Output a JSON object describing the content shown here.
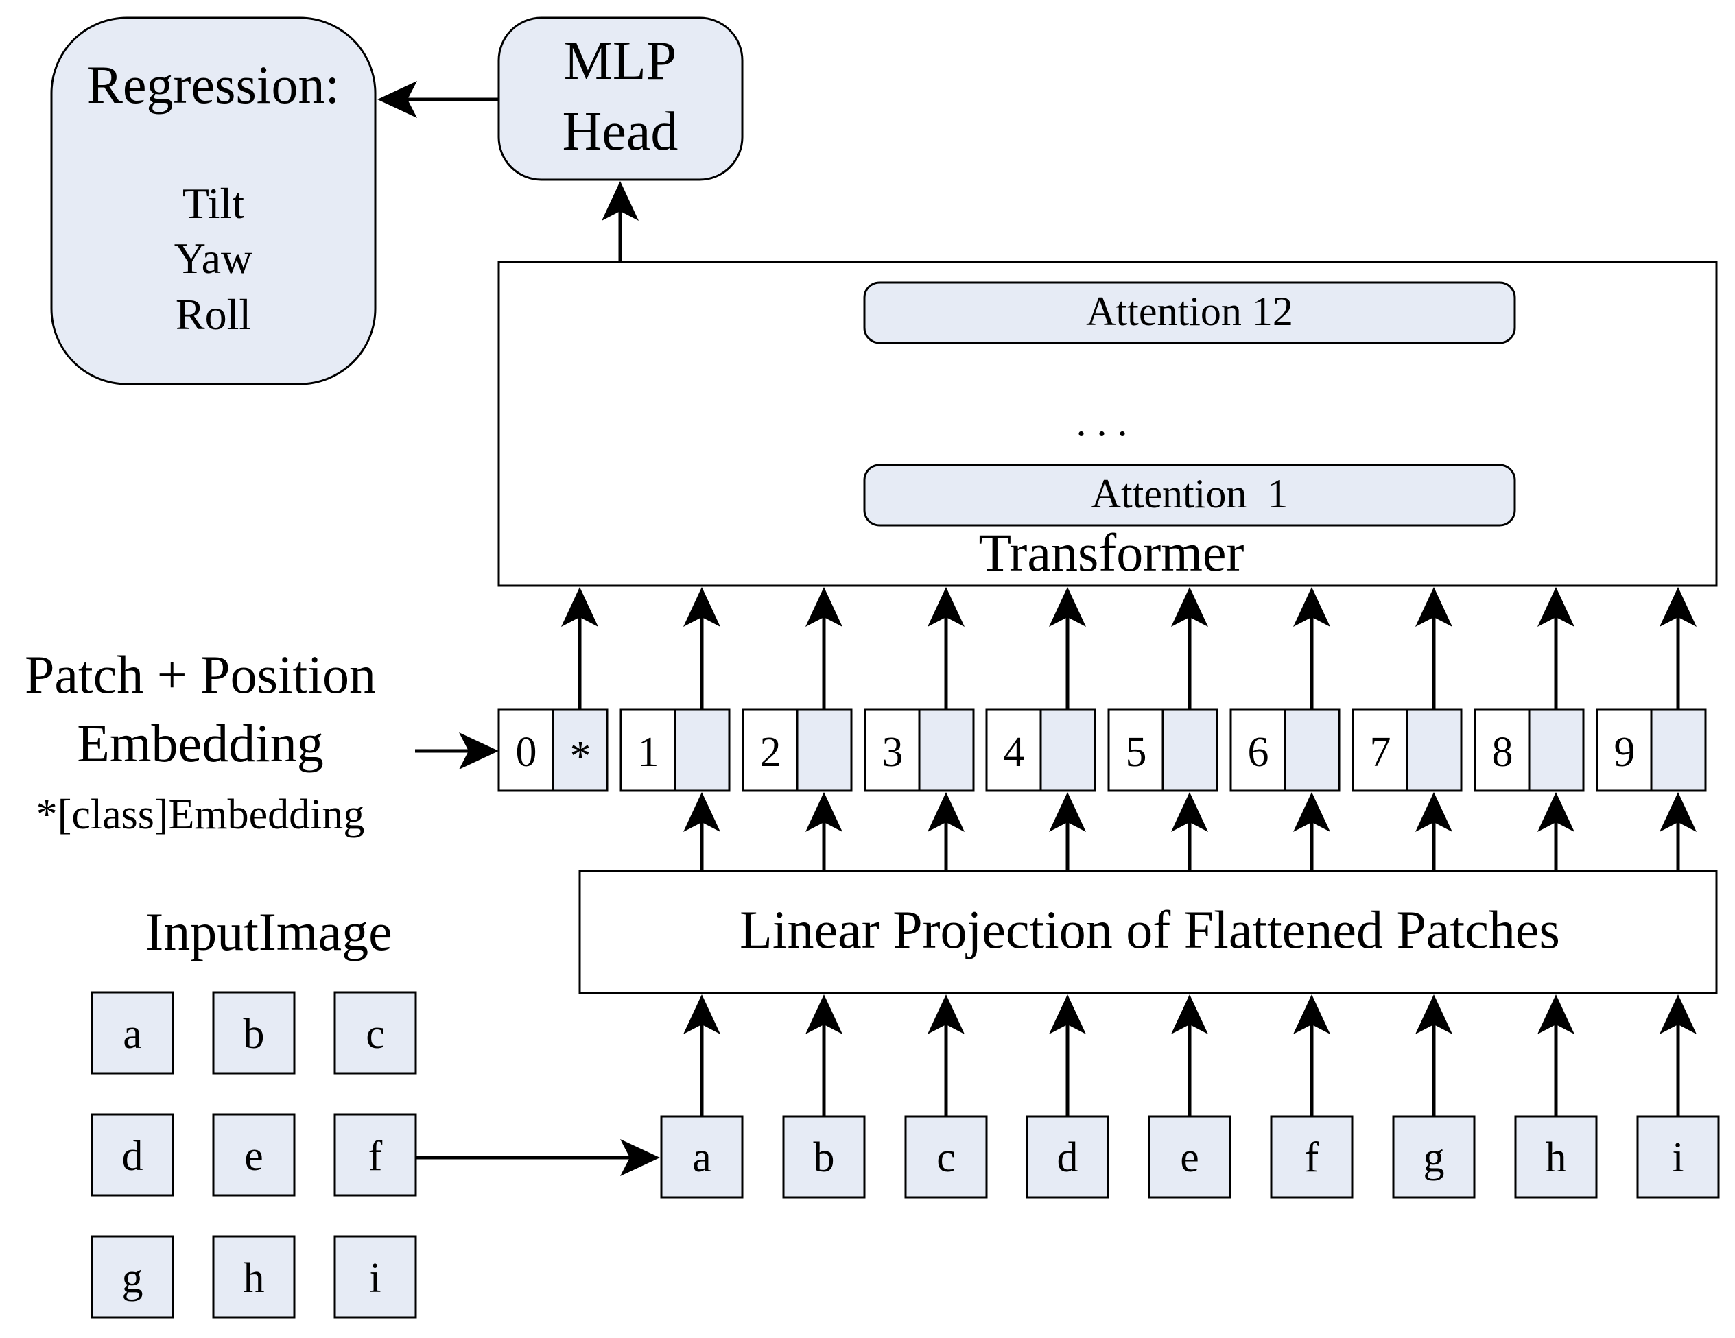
{
  "colors": {
    "box_fill": "#e6ebf5",
    "white_fill": "#ffffff",
    "stroke": "#000000"
  },
  "regression": {
    "title": "Regression:",
    "items": [
      "Tilt",
      "Yaw",
      "Roll"
    ]
  },
  "mlp_head": {
    "lines": [
      "MLP",
      "Head"
    ]
  },
  "transformer": {
    "label": "Transformer",
    "attention_top": "Attention 12",
    "ellipsis": ". . .",
    "attention_bottom": "Attention  1"
  },
  "embedding": {
    "title_line1": "Patch + Position",
    "title_line2": "Embedding",
    "note": "*[class]Embedding",
    "tokens": [
      {
        "pos": "0",
        "patch": "*"
      },
      {
        "pos": "1",
        "patch": ""
      },
      {
        "pos": "2",
        "patch": ""
      },
      {
        "pos": "3",
        "patch": ""
      },
      {
        "pos": "4",
        "patch": ""
      },
      {
        "pos": "5",
        "patch": ""
      },
      {
        "pos": "6",
        "patch": ""
      },
      {
        "pos": "7",
        "patch": ""
      },
      {
        "pos": "8",
        "patch": ""
      },
      {
        "pos": "9",
        "patch": ""
      }
    ]
  },
  "linear_projection": {
    "label": "Linear Projection of Flattened Patches"
  },
  "input_image": {
    "label": "InputImage",
    "grid": [
      "a",
      "b",
      "c",
      "d",
      "e",
      "f",
      "g",
      "h",
      "i"
    ]
  },
  "patch_sequence": [
    "a",
    "b",
    "c",
    "d",
    "e",
    "f",
    "g",
    "h",
    "i"
  ]
}
